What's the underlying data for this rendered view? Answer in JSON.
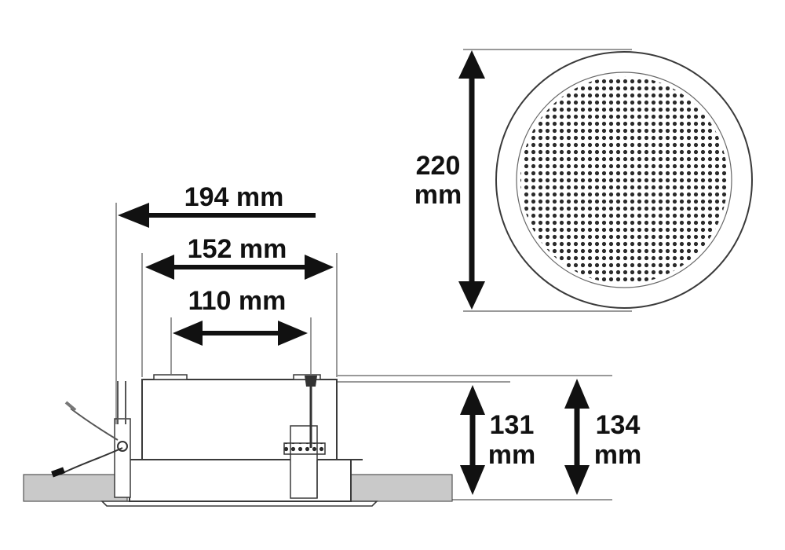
{
  "colors": {
    "ink": "#111111",
    "ceiling": "#c9c9c9",
    "grille_dot": "#2a2a2a",
    "housing": "#ffffff"
  },
  "dimensions": {
    "width_outer": "194 mm",
    "width_cutout": "152 mm",
    "width_body": "110 mm",
    "height_a_value": "131",
    "height_a_unit": "mm",
    "height_b_value": "134",
    "height_b_unit": "mm",
    "diameter_value": "220",
    "diameter_unit": "mm"
  }
}
